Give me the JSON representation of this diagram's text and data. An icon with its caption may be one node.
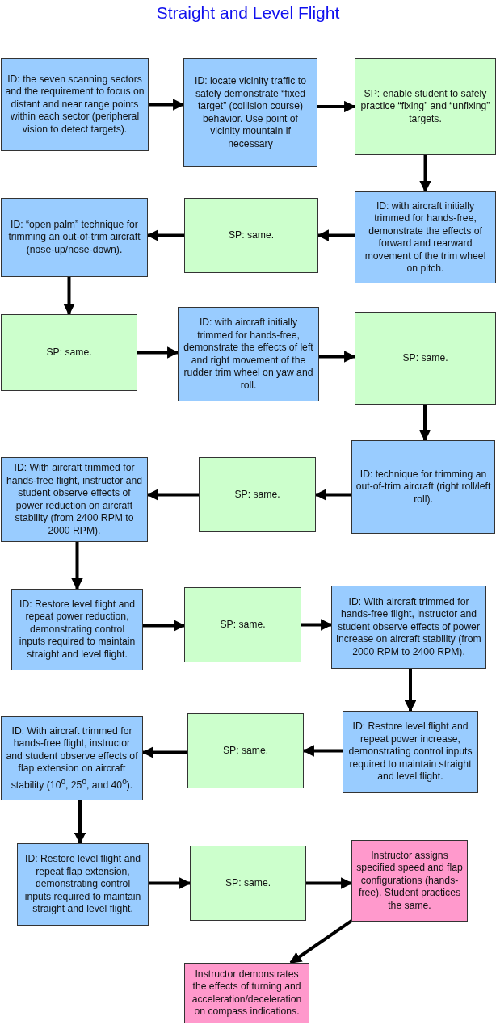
{
  "diagram": {
    "title": "Straight and Level Flight",
    "nodes": [
      {
        "text": [
          "ID: the seven scanning sectors and the requirement to focus on distant and near range points within each sector (peripheral vision to detect targets)."
        ]
      },
      {
        "text": [
          "ID: locate vicinity traffic to safely demonstrate “fixed target” (collision course) behavior.  Use point of vicinity mountain if necessary"
        ]
      },
      {
        "text": [
          "SP: enable student to safely practice “fixing” and “unfixing” targets."
        ]
      },
      {
        "text": [
          "ID: with aircraft initially trimmed for hands-free, demonstrate the effects of forward and rearward movement of the trim wheel on pitch."
        ]
      },
      {
        "text": [
          "SP: same."
        ]
      },
      {
        "text": [
          "ID: “open palm” technique for trimming an out-of-trim aircraft (nose-up/nose-down)."
        ]
      },
      {
        "text": [
          "SP: same."
        ]
      },
      {
        "text": [
          "ID: with aircraft initially trimmed for hands-free, demonstrate the effects of left  and right movement of the rudder trim wheel on yaw and roll."
        ]
      },
      {
        "text": [
          "SP: same."
        ]
      },
      {
        "text": [
          "ID: technique for trimming an out-of-trim aircraft (right roll/left roll)."
        ]
      },
      {
        "text": [
          "SP: same."
        ]
      },
      {
        "text": [
          "ID: With aircraft trimmed for hands-free flight, instructor and student observe effects of power reduction on aircraft stability (from 2400 RPM to 2000 RPM)."
        ]
      },
      {
        "text": [
          "ID: Restore level flight and repeat power reduction, demonstrating control inputs required to maintain straight and level flight."
        ]
      },
      {
        "text": [
          "SP: same."
        ]
      },
      {
        "text": [
          "ID: With aircraft trimmed for hands-free flight, instructor and student observe effects of power increase on aircraft stability (from 2000 RPM to 2400 RPM)."
        ]
      },
      {
        "text": [
          "ID: Restore level flight and repeat power increase, demonstrating control inputs required to maintain straight and level flight."
        ]
      },
      {
        "text": [
          "SP: same."
        ]
      },
      {
        "text": [
          "ID: With aircraft trimmed for hands-free flight, instructor and student observe effects of flap extension on aircraft stability (10$^{o}$, 25$^{o}$, and 40$^{o}$)."
        ]
      },
      {
        "text": [
          "ID: Restore level flight and repeat flap extension, demonstrating control inputs required to maintain straight and level flight."
        ]
      },
      {
        "text": [
          "SP: same."
        ]
      },
      {
        "text": [
          "Instructor assigns specified speed and flap configurations (hands-free).  Student practices the same."
        ]
      },
      {
        "text": [
          "Instructor demonstrates the effects of turning and acceleration/deceleration on compass indications."
        ]
      }
    ],
    "edges": [
      {
        "from": 0,
        "to": 1,
        "arrow": "to"
      },
      {
        "from": 1,
        "to": 2,
        "arrow": "to"
      },
      {
        "from": 2,
        "to": 3,
        "arrow": "to"
      },
      {
        "from": 3,
        "to": 4,
        "arrow": "to"
      },
      {
        "from": 4,
        "to": 5,
        "arrow": "to"
      },
      {
        "from": 5,
        "to": 6,
        "arrow": "to"
      },
      {
        "from": 6,
        "to": 7,
        "arrow": "to"
      },
      {
        "from": 7,
        "to": 8,
        "arrow": "to"
      },
      {
        "from": 8,
        "to": 9,
        "arrow": "to"
      },
      {
        "from": 9,
        "to": 10,
        "arrow": "to"
      },
      {
        "from": 10,
        "to": 11,
        "arrow": "to"
      },
      {
        "from": 11,
        "to": 12,
        "arrow": "to"
      },
      {
        "from": 12,
        "to": 13,
        "arrow": "to"
      },
      {
        "from": 13,
        "to": 14,
        "arrow": "to"
      },
      {
        "from": 14,
        "to": 15,
        "arrow": "to"
      },
      {
        "from": 15,
        "to": 16,
        "arrow": "to"
      },
      {
        "from": 16,
        "to": 17,
        "arrow": "to"
      },
      {
        "from": 17,
        "to": 18,
        "arrow": "to"
      },
      {
        "from": 18,
        "to": 19,
        "arrow": "to"
      },
      {
        "from": 19,
        "to": 20,
        "arrow": "to"
      },
      {
        "from": 20,
        "to": 21,
        "arrow": "to"
      }
    ]
  }
}
